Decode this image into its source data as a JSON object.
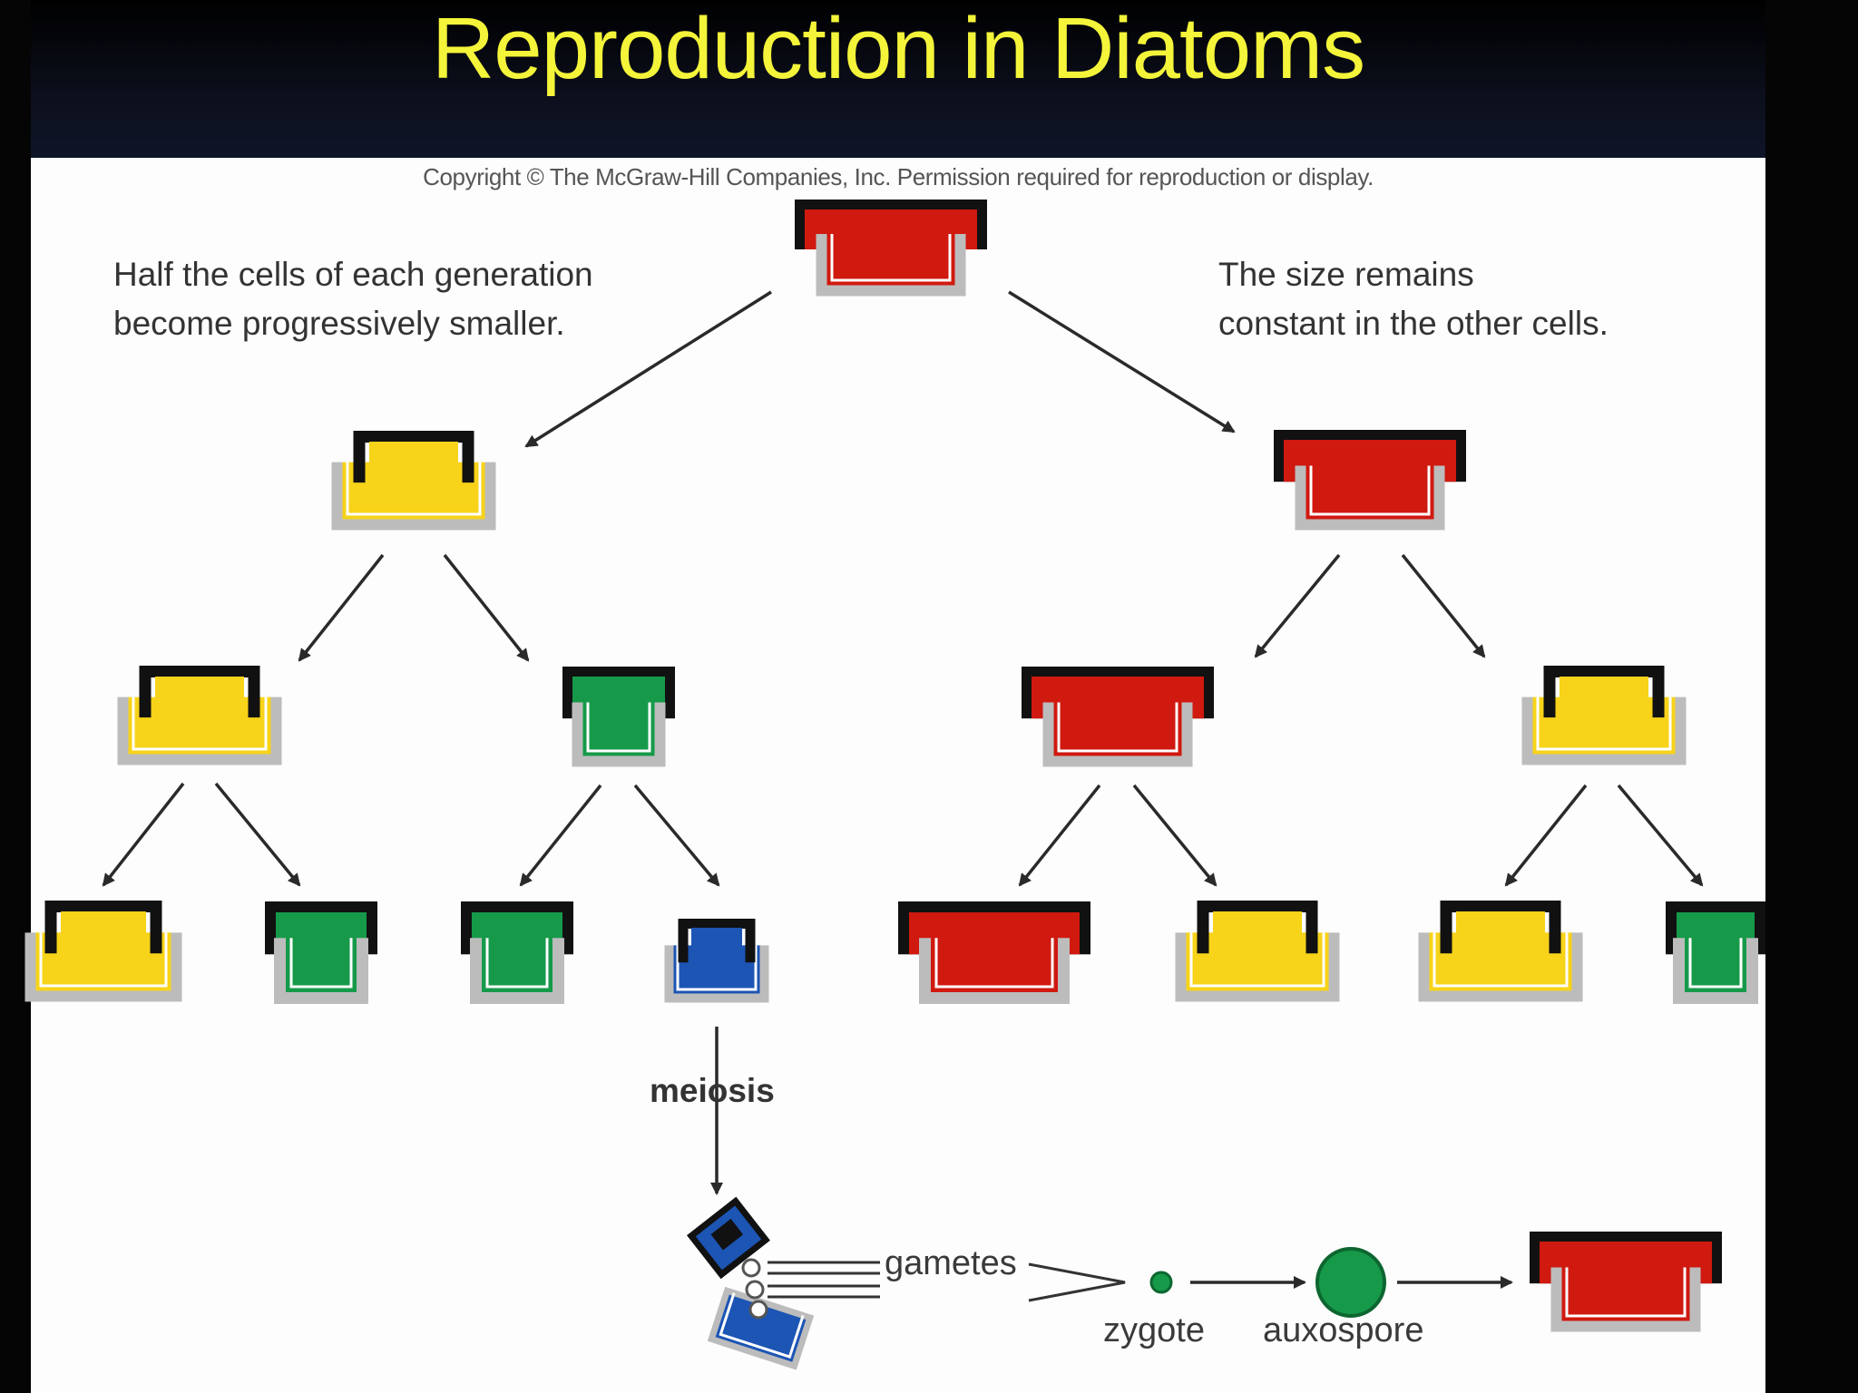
{
  "title": "Reproduction in Diatoms",
  "copyright": "Copyright © The McGraw-Hill Companies, Inc. Permission required for reproduction or display.",
  "notes": {
    "left": [
      "Half the cells of each generation",
      "become progressively smaller."
    ],
    "right": [
      "The size remains",
      "constant in the other cells."
    ]
  },
  "labels": {
    "meiosis": "meiosis",
    "gametes": "gametes",
    "zygote": "zygote",
    "auxospore": "auxospore"
  },
  "colors": {
    "red": "#d0190f",
    "yellow": "#f7d319",
    "green": "#169a4a",
    "blue": "#1c55b4",
    "frame": "#111111",
    "hypotheca_edge": "#bcbcbc",
    "title": "#f4f43a"
  }
}
